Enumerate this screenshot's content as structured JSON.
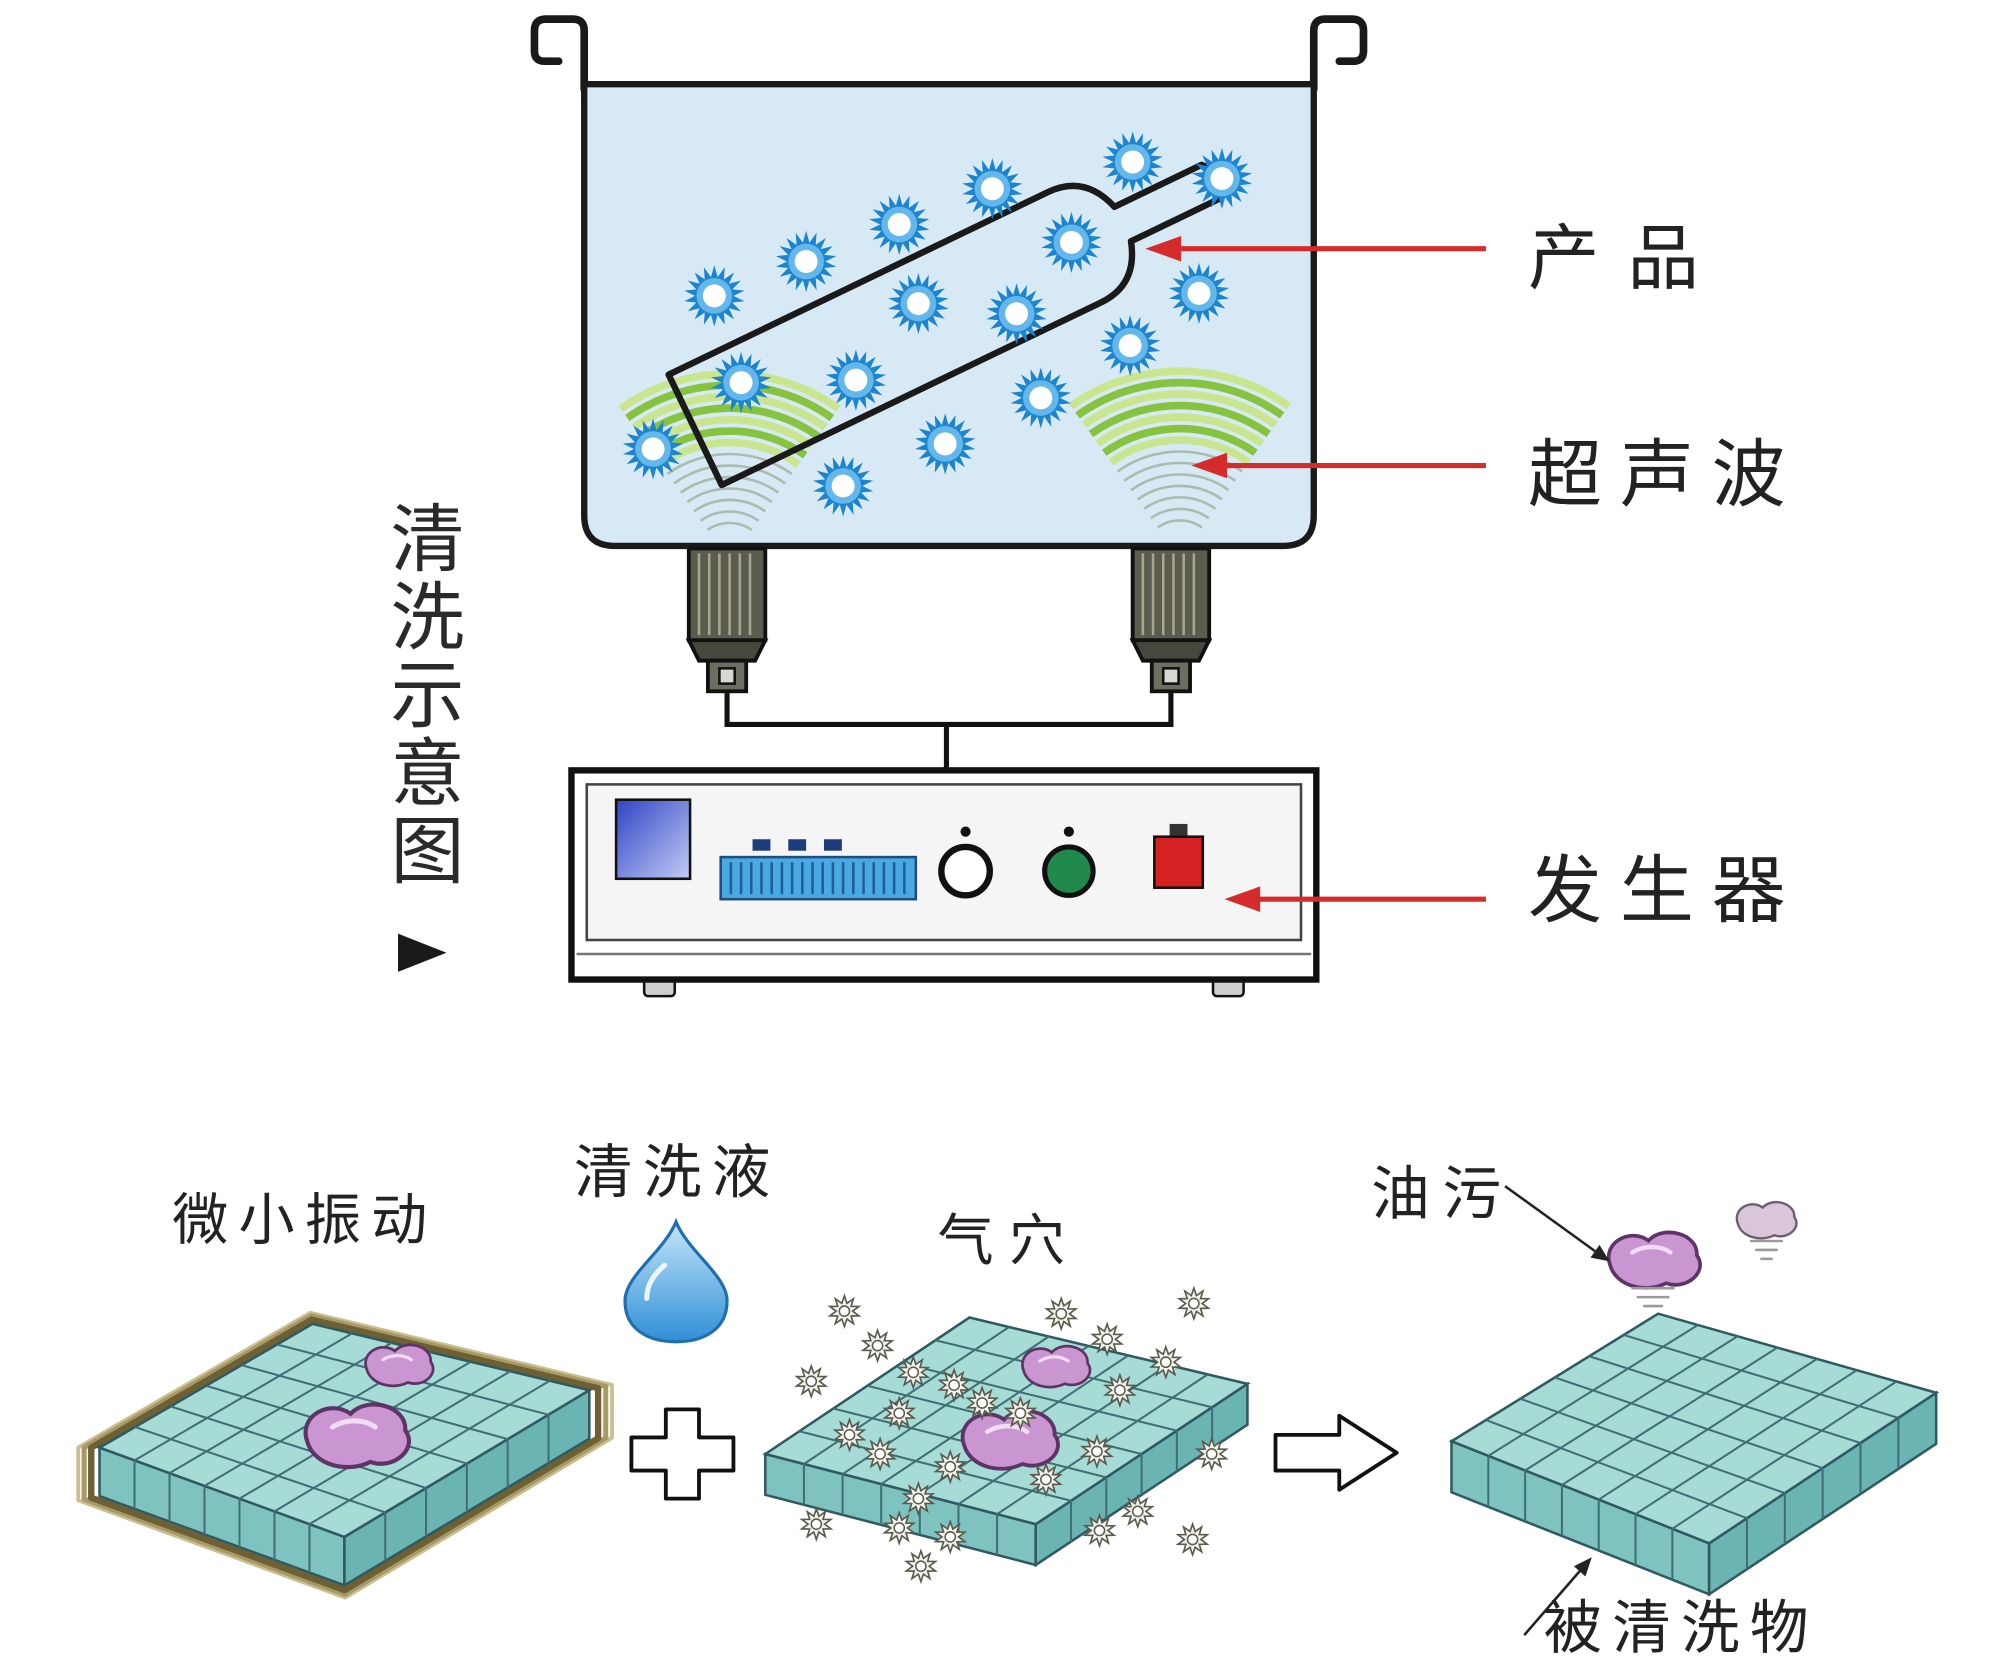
{
  "diagram": {
    "side_title": "清洗示意图",
    "labels": {
      "product": "产品",
      "ultrasonic_wave": "超声波",
      "generator": "发生器"
    },
    "process": {
      "micro_vibration": "微小振动",
      "cleaning_liquid": "清洗液",
      "cavitation": "气穴",
      "oil_stain": "油污",
      "cleaned_object": "被清洗物"
    }
  },
  "icons": {
    "title_marker": "play-triangle-icon",
    "liquid": "water-drop-icon",
    "combine": "plus-icon",
    "result": "right-arrow-icon",
    "bubble": "cavitation-bubble-icon"
  },
  "colors": {
    "tank_water": "#d6e9f4",
    "bubble": "#1d84cf",
    "bubble_ring": "#63b7ea",
    "wave": "#86c440",
    "wave_light": "#c9e68f",
    "pointer_arrow": "#d62b2b",
    "tile_top": "#a7dbd5",
    "tile_side_left": "#7fc3c0",
    "tile_side_right": "#6bb4b4",
    "oil": "#c996d2",
    "oil_light": "#d9c6db",
    "knob_green": "#1f8a4c",
    "indicator_red": "#d42222",
    "display_blue": "#3044c4",
    "meter_blue": "#4aa8e2",
    "drop_blue": "#2f8fd6"
  }
}
